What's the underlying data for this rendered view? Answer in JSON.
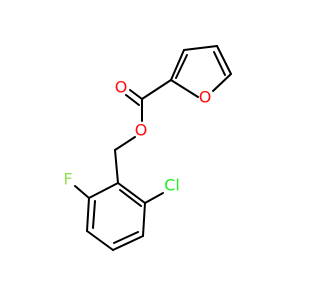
{
  "molecule": {
    "atoms": [
      {
        "id": "O_carbonyl",
        "symbol": "O",
        "color": "#ff0d0d"
      },
      {
        "id": "O_furan",
        "symbol": "O",
        "color": "#ff0d0d"
      },
      {
        "id": "O_ester",
        "symbol": "O",
        "color": "#ff0d0d"
      },
      {
        "id": "F",
        "symbol": "F",
        "color": "#90e050"
      },
      {
        "id": "Cl",
        "symbol": "Cl",
        "color": "#1ff01f"
      }
    ],
    "bond_color": "#000000"
  }
}
